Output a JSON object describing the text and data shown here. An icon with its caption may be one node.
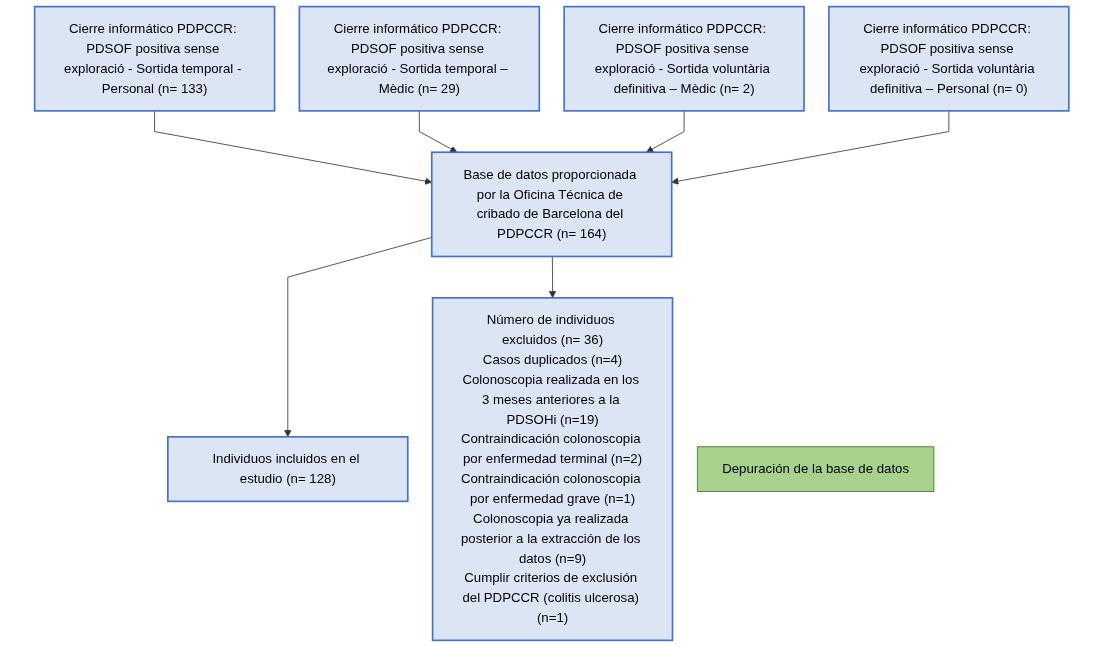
{
  "diagram": {
    "nodes": [
      {
        "text": [
          "Cierre informático PDPCCR: PDSOF positiva sense exploració - Sortida temporal - Personal (n= 133)"
        ]
      },
      {
        "text": [
          "Cierre informático PDPCCR: PDSOF positiva sense exploració - Sortida temporal – Mèdic (n= 29)"
        ]
      },
      {
        "text": [
          "Cierre informático PDPCCR: PDSOF positiva sense exploració - Sortida voluntària definitiva – Mèdic (n= 2)"
        ]
      },
      {
        "text": [
          "Cierre informático PDPCCR: PDSOF positiva sense exploració - Sortida voluntària definitiva – Personal (n= 0)"
        ]
      },
      {
        "text": [
          "Base de datos proporcionada por la Oficina Técnica de cribado de Barcelona del PDPCCR (n= 164)"
        ]
      },
      {
        "text": [
          "Depuración de la base de datos"
        ]
      },
      {
        "text": [
          "Individuos incluidos en el estudio (n= 128)"
        ]
      },
      {
        "text": [
          "Número de individuos excluidos (n= 36)",
          "Casos duplicados (n=4)",
          "Colonoscopia realizada en los 3 meses anteriores a la PDSOHi (n=19)",
          "Contraindicación colonoscopia por enfermedad terminal (n=2)",
          "Contraindicación colonoscopia por enfermedad grave (n=1)",
          "Colonoscopia ya realizada posterior a la extracción de los datos (n=9)",
          "Cumplir criterios de exclusión del PDPCCR (colitis ulcerosa) (n=1)"
        ]
      }
    ],
    "edges": [
      {
        "from": 0,
        "to": 4,
        "arrow": "to"
      },
      {
        "from": 1,
        "to": 4,
        "arrow": "to"
      },
      {
        "from": 2,
        "to": 4,
        "arrow": "to"
      },
      {
        "from": 3,
        "to": 4,
        "arrow": "to"
      },
      {
        "from": 4,
        "to": 6,
        "arrow": "to"
      },
      {
        "from": 4,
        "to": 7,
        "arrow": "to"
      }
    ]
  }
}
